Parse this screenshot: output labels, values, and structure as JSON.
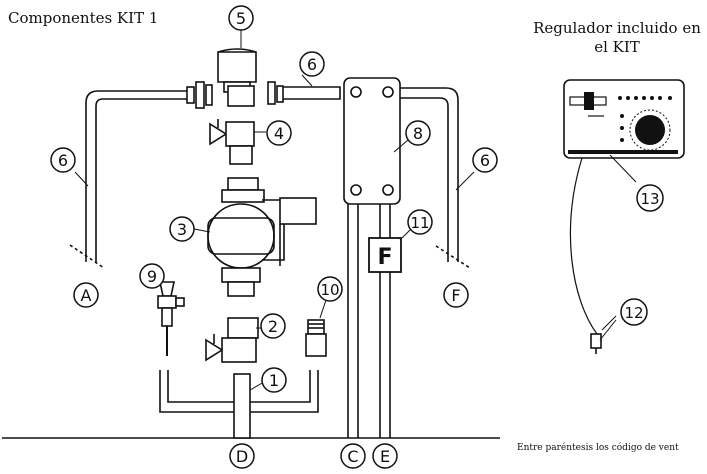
{
  "header": {
    "title": "Componentes KIT 1"
  },
  "regulator": {
    "title_line1": "Regulador incluido en",
    "title_line2": "el KIT"
  },
  "footer": {
    "note": "Entre paréntesis los código de vent"
  },
  "callouts": {
    "c1": "1",
    "c2": "2",
    "c3": "3",
    "c4": "4",
    "c5": "5",
    "c6a": "6",
    "c6b": "6",
    "c6c": "6",
    "c8": "8",
    "c9": "9",
    "c10": "10",
    "c11": "11",
    "c12": "12",
    "c13": "13",
    "cA": "A",
    "cF": "F",
    "cD": "D",
    "cC": "C",
    "cE": "E"
  },
  "flow_meter": {
    "label": "F"
  }
}
